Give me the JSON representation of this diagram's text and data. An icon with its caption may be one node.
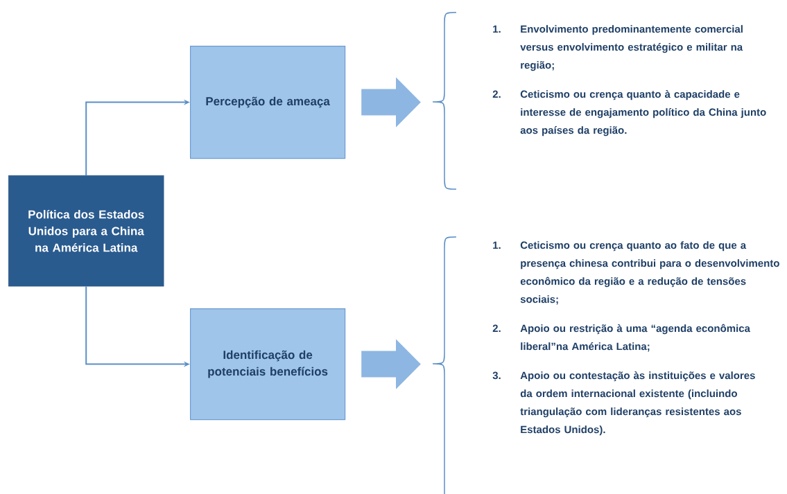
{
  "diagram": {
    "nodes": [
      {
        "text": [
          "Política dos Estados Unidos para a China na América Latina"
        ]
      },
      {
        "text": [
          "Percepção de ameaça"
        ]
      },
      {
        "text": [
          "Identificação de potenciais benefícios"
        ]
      },
      {
        "text": [
          "1.",
          "Envolvimento predominantemente comercial versus envolvimento estratégico e militar na região;",
          "2.",
          "Ceticismo ou crença quanto à capacidade e interesse de engajamento político da China junto aos países da região."
        ]
      },
      {
        "text": [
          "1.",
          "Ceticismo ou crença quanto ao fato de que a presença chinesa contribui para o desenvolvimento econômico da região e a redução de tensões sociais;",
          "2.",
          "Apoio ou restrição à uma “agenda econômica liberal”na América Latina;",
          "3.",
          "Apoio ou contestação às instituições e valores da ordem internacional existente (incluindo triangulação com lideranças resistentes aos Estados Unidos)."
        ]
      }
    ],
    "edges": [
      {
        "from": 0,
        "to": 1,
        "arrow": "to"
      },
      {
        "from": 0,
        "to": 2,
        "arrow": "to"
      },
      {
        "from": 1,
        "to": 3,
        "arrow": "to",
        "style": "thick"
      },
      {
        "from": 2,
        "to": 4,
        "arrow": "to",
        "style": "thick"
      }
    ]
  }
}
